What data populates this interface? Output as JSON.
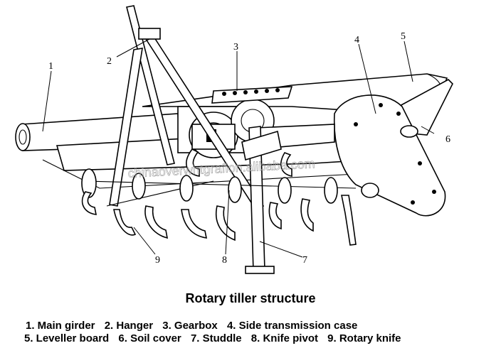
{
  "caption": "Rotary tiller structure",
  "callouts": [
    "1",
    "2",
    "3",
    "4",
    "5",
    "6",
    "7",
    "8",
    "9"
  ],
  "legend": {
    "line1": [
      "1. Main girder",
      "2. Hanger",
      "3. Gearbox",
      "4. Side transmission case"
    ],
    "line2": [
      "5. Leveller board",
      "6. Soil cover",
      "7. Studdle",
      "8. Knife pivot",
      "9. Rotary knife"
    ]
  },
  "watermark": "chinaoverwhtgrafion.alibaba.com"
}
